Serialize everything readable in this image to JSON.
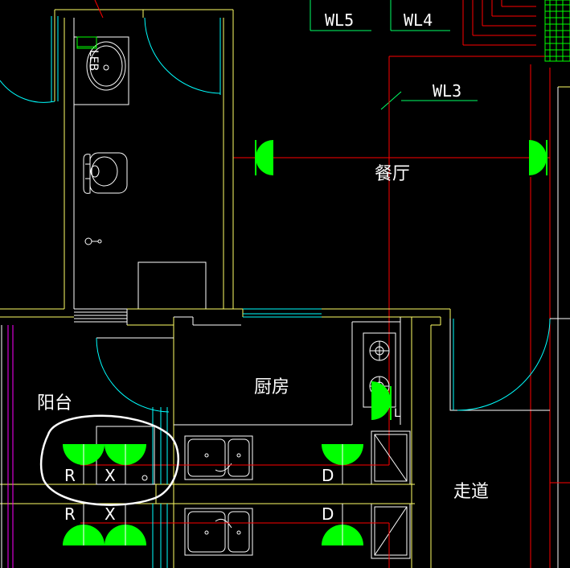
{
  "labels": {
    "wl5": "WL5",
    "wl4": "WL4",
    "wl3": "WL3",
    "dining": "餐厅",
    "kitchen": "厨房",
    "balcony": "阳台",
    "corridor": "走道",
    "leb": "LEB",
    "r1": "R",
    "x1": "X",
    "d1": "D",
    "r2": "R",
    "x2": "X",
    "d2": "D"
  },
  "colors": {
    "background": "#000000",
    "wall": "#ffff66",
    "window": "#00ffff",
    "circuit": "#ff0000",
    "fixture": "#ffffff",
    "socket": "#00ff00",
    "annotation": "#ffffff",
    "magenta": "#ff00ff",
    "hatch": "#00ff00"
  }
}
